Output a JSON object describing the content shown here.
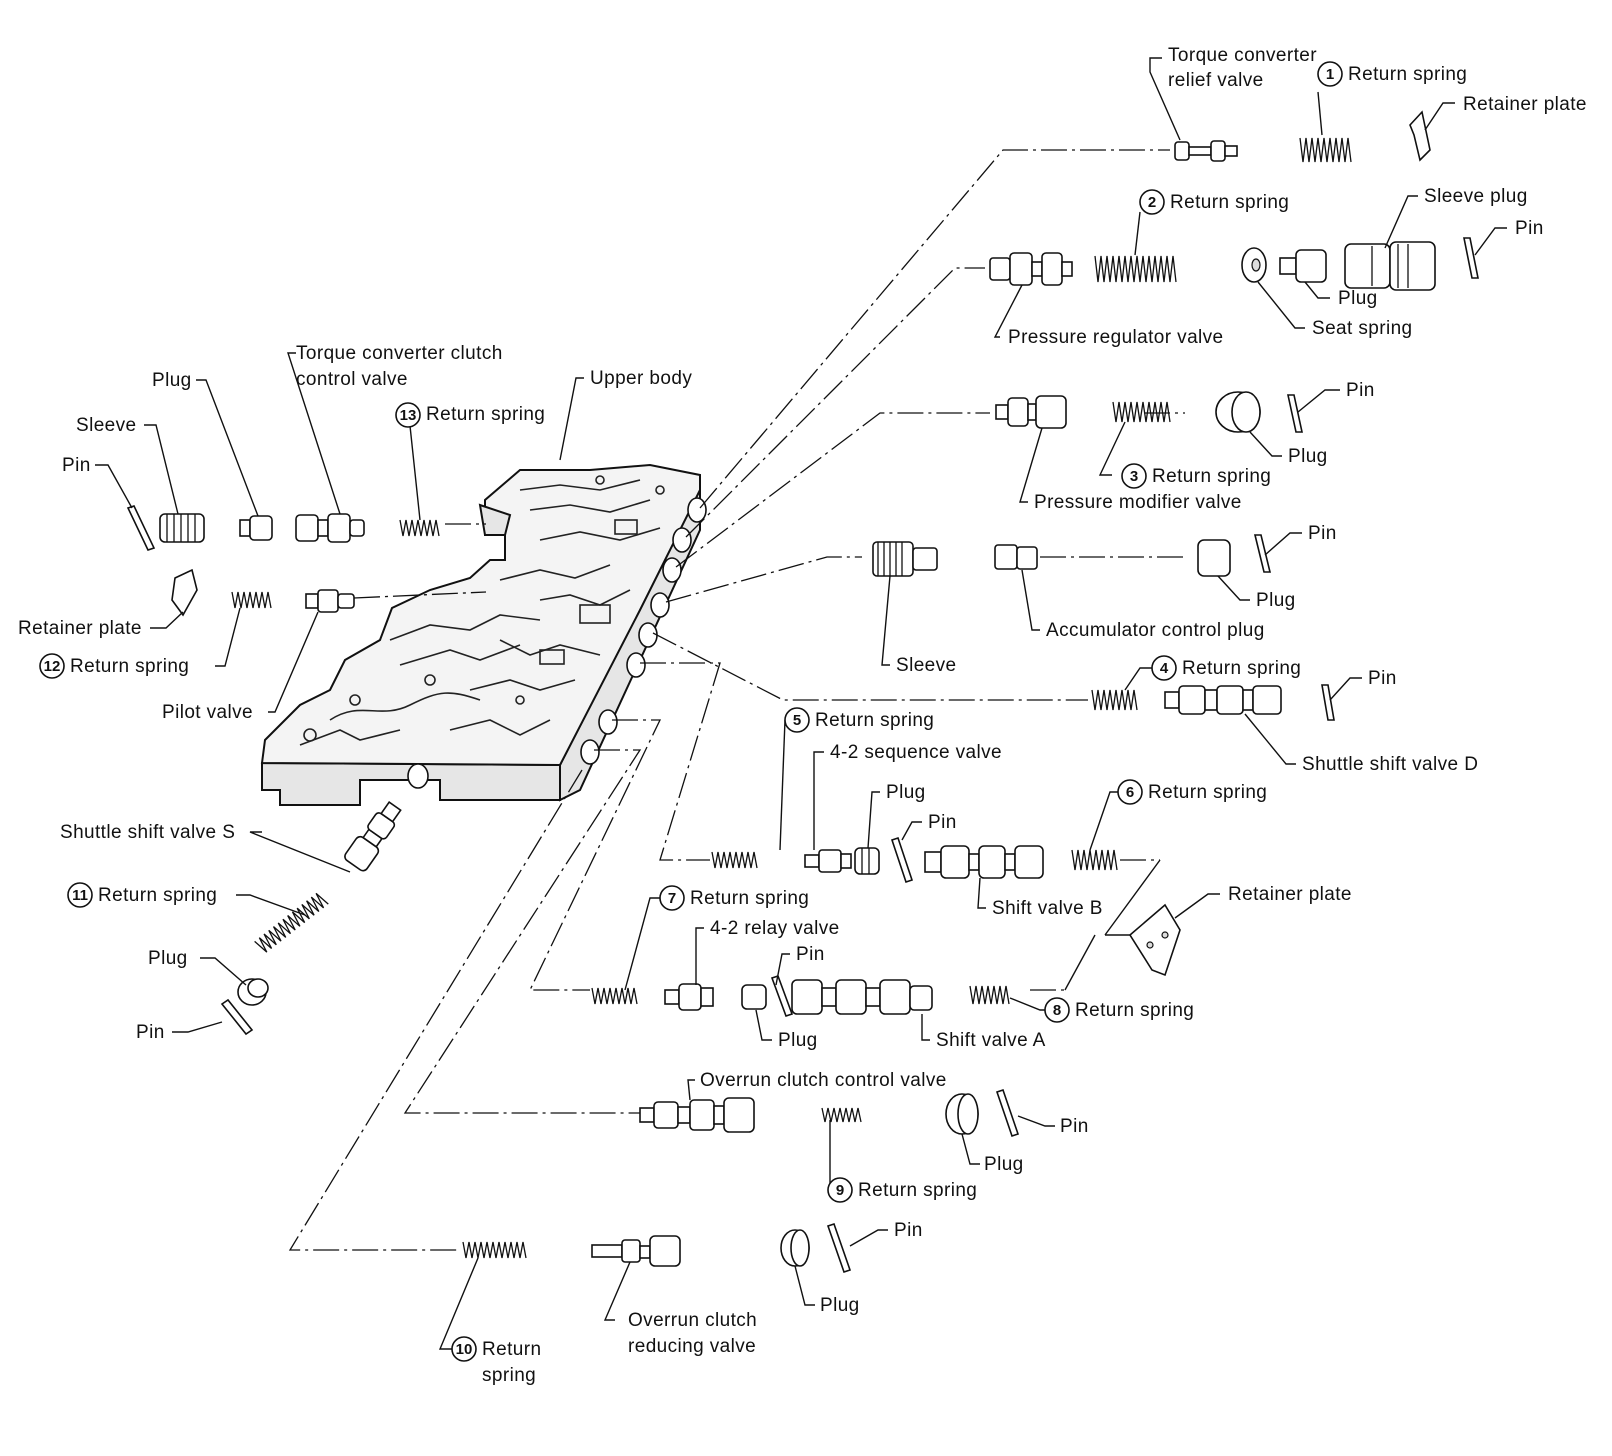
{
  "labels": {
    "tcc_relief_valve_1": "Torque converter",
    "tcc_relief_valve_2": "relief valve",
    "return_spring": "Return spring",
    "retainer_plate": "Retainer plate",
    "sleeve_plug": "Sleeve plug",
    "pin": "Pin",
    "plug": "Plug",
    "seat_spring": "Seat spring",
    "pressure_regulator_valve": "Pressure regulator valve",
    "tcc_control_valve_1": "Torque converter clutch",
    "tcc_control_valve_2": "control valve",
    "upper_body": "Upper body",
    "sleeve": "Sleeve",
    "pressure_modifier_valve": "Pressure modifier valve",
    "accumulator_control_plug": "Accumulator control plug",
    "pilot_valve": "Pilot valve",
    "shuttle_shift_valve_d": "Shuttle shift valve D",
    "sequence_valve": "4-2 sequence valve",
    "shuttle_shift_valve_s": "Shuttle shift valve S",
    "shift_valve_b": "Shift valve B",
    "relay_valve": "4-2 relay valve",
    "shift_valve_a": "Shift valve A",
    "overrun_clutch_control_valve": "Overrun clutch control valve",
    "return_word": "Return",
    "spring_word": "spring",
    "overrun_clutch_reducing_1": "Overrun clutch",
    "overrun_clutch_reducing_2": "reducing valve"
  },
  "numbers": [
    "1",
    "2",
    "3",
    "4",
    "5",
    "6",
    "7",
    "8",
    "9",
    "10",
    "11",
    "12",
    "13"
  ]
}
